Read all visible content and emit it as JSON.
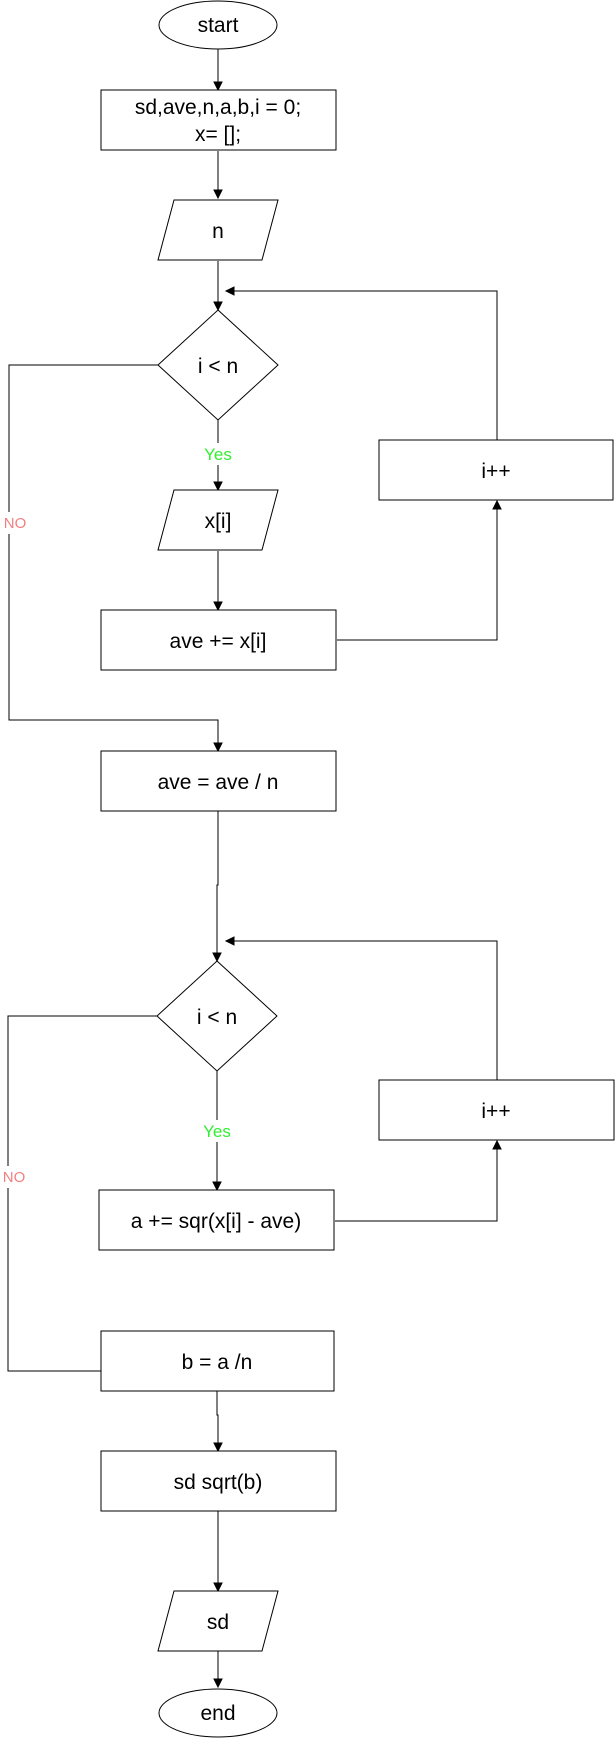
{
  "nodes": {
    "start": "start",
    "init_line1": "sd,ave,n,a,b,i = 0;",
    "init_line2": "x= [];",
    "input_n": "n",
    "cond1": "i < n",
    "input_x": "x[i]",
    "sum_ave": "ave += x[i]",
    "inc1": "i++",
    "avg": "ave = ave / n",
    "cond2": "i < n",
    "sum_sq": "a += sqr(x[i] - ave)",
    "inc2": "i++",
    "div_b": "b = a /n",
    "sqrt_sd": "sd sqrt(b)",
    "output_sd": "sd",
    "end": "end"
  },
  "edge_labels": {
    "yes1": "Yes",
    "no1": "NO",
    "yes2": "Yes",
    "no2": "NO"
  },
  "colors": {
    "yes": "#33ee33",
    "no": "#f08080"
  }
}
